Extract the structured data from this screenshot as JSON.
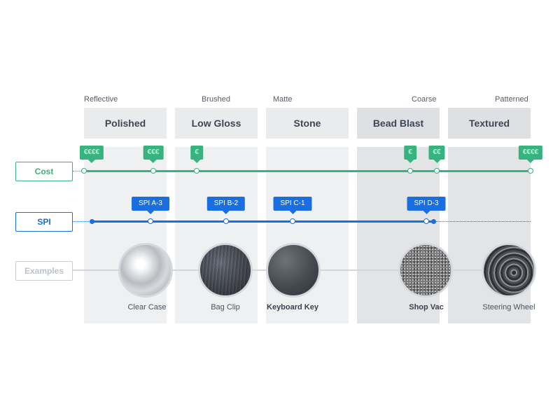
{
  "finishes": [
    {
      "name": "Polished",
      "descriptor": "Reflective"
    },
    {
      "name": "Low Gloss",
      "descriptor": "Brushed"
    },
    {
      "name": "Stone",
      "descriptor": "Matte"
    },
    {
      "name": "Bead Blast",
      "descriptor": "Coarse"
    },
    {
      "name": "Textured",
      "descriptor": "Patterned"
    }
  ],
  "row_labels": {
    "cost": "Cost",
    "spi": "SPI",
    "examples": "Examples"
  },
  "cost_tags": [
    "€€€€",
    "€€€",
    "€",
    "€",
    "€€",
    "€€€€"
  ],
  "spi_tags": [
    "SPI A-3",
    "SPI B-2",
    "SPI C-1",
    "SPI D-3"
  ],
  "examples": [
    {
      "label": "Clear Case",
      "emphasis": false,
      "texture": "polished-metal"
    },
    {
      "label": "Bag Clip",
      "emphasis": false,
      "texture": "brushed-metal"
    },
    {
      "label": "Keyboard Key",
      "emphasis": true,
      "texture": "matte-stone"
    },
    {
      "label": "Shop Vac",
      "emphasis": true,
      "texture": "bead-blast"
    },
    {
      "label": "Steering Wheel",
      "emphasis": false,
      "texture": "leather-texture"
    }
  ],
  "colors": {
    "cost": "#36b37e",
    "spi": "#1a6fe0",
    "examples": "#c9ced6",
    "column": "#eff0f1"
  }
}
